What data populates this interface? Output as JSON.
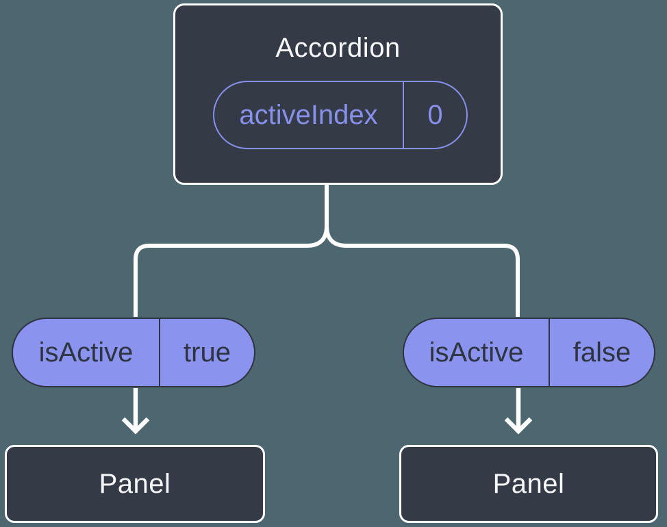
{
  "colors": {
    "background": "#4D6770",
    "node_fill": "#343A46",
    "node_border": "#FFFFFF",
    "node_text": "#F6F7F9",
    "pill_fill": "#8A93EE",
    "pill_border": "#2E3440",
    "pill_text": "#2E3440",
    "state_pill_accent": "#8791EC",
    "connector": "#FFFFFF"
  },
  "root_node": {
    "title": "Accordion",
    "state_pill": {
      "name": "activeIndex",
      "value": "0"
    }
  },
  "branches": [
    {
      "prop_pill": {
        "name": "isActive",
        "value": "true"
      },
      "child_node": {
        "title": "Panel"
      }
    },
    {
      "prop_pill": {
        "name": "isActive",
        "value": "false"
      },
      "child_node": {
        "title": "Panel"
      }
    }
  ]
}
